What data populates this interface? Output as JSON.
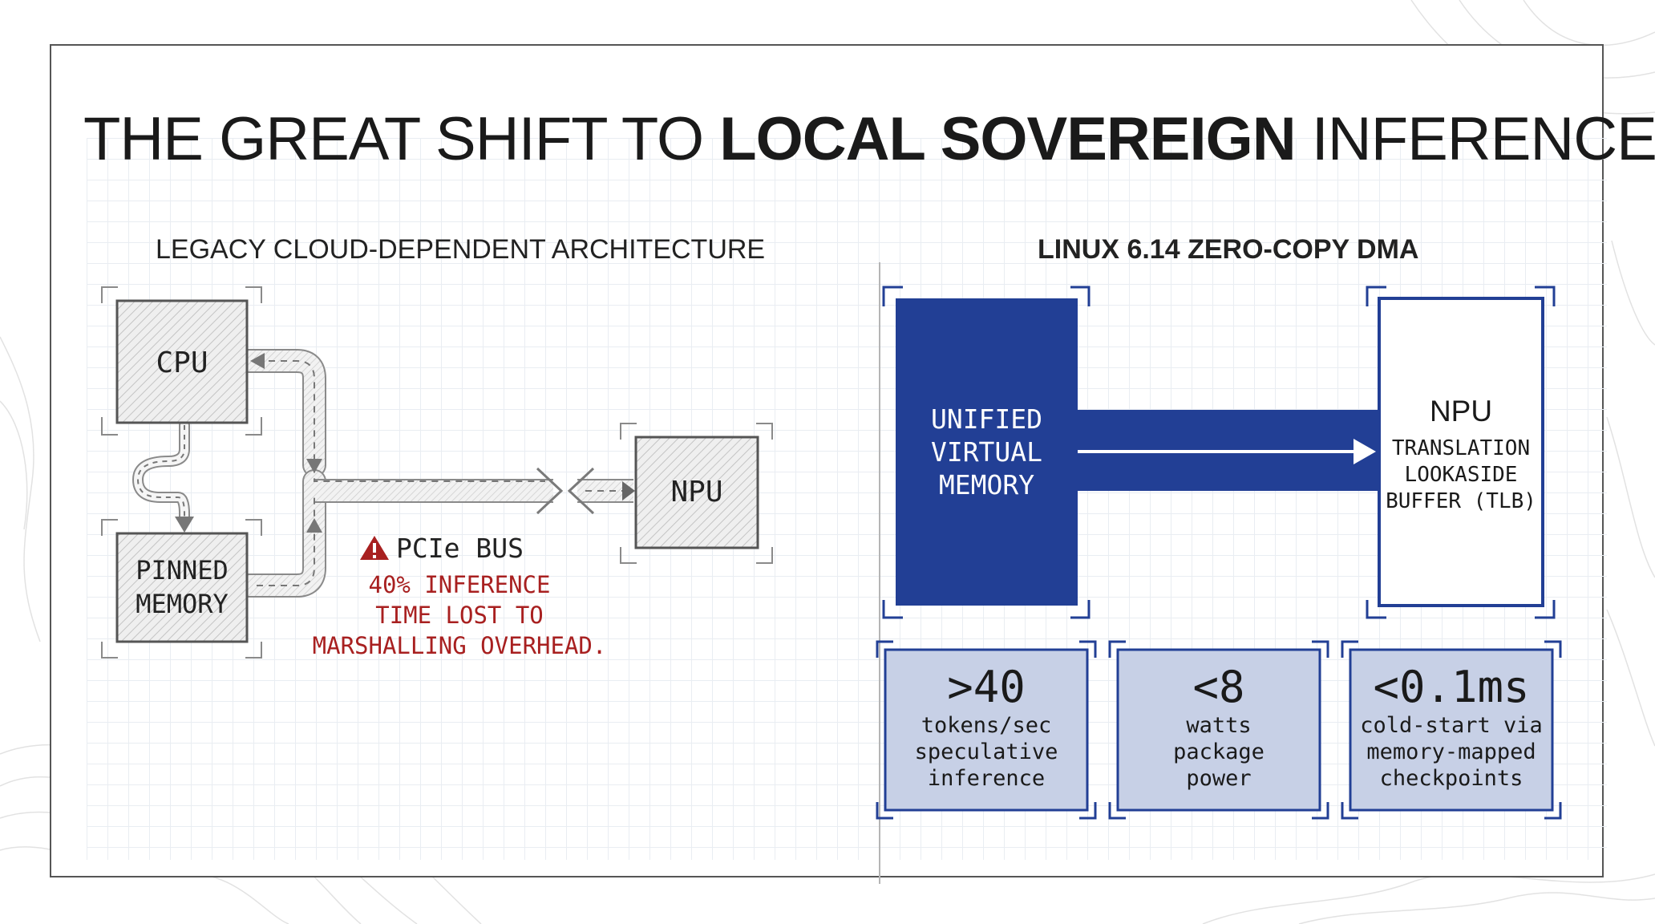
{
  "title": {
    "normal_before": "THE GREAT SHIFT TO ",
    "bold": "LOCAL SOVEREIGN",
    "normal_after": " INFERENCE"
  },
  "legacy": {
    "heading": "LEGACY CLOUD-DEPENDENT ARCHITECTURE",
    "cpu": "CPU",
    "pinned_memory": [
      "PINNED",
      "MEMORY"
    ],
    "npu": "NPU",
    "bus_label": "PCIe BUS",
    "warning_icon": "warning-triangle-icon",
    "warning_note": "40% INFERENCE\nTIME LOST TO\nMARSHALLING OVERHEAD."
  },
  "modern": {
    "heading": "LINUX 6.14 ZERO-COPY DMA",
    "unified_memory": [
      "UNIFIED",
      "VIRTUAL",
      "MEMORY"
    ],
    "npu_title": "NPU",
    "npu_sub": [
      "TRANSLATION",
      "LOOKASIDE",
      "BUFFER (TLB)"
    ],
    "stats": [
      {
        "value": ">40",
        "caption": [
          "tokens/sec",
          "speculative",
          "inference"
        ]
      },
      {
        "value": "<8",
        "caption": [
          "watts",
          "package",
          "power"
        ]
      },
      {
        "value": "<0.1ms",
        "caption": [
          "cold-start via",
          "memory-mapped",
          "checkpoints"
        ]
      }
    ]
  },
  "colors": {
    "accent_blue": "#223f95",
    "stat_fill": "#c7d0e6",
    "warning_red": "#a82020",
    "pipe_gray": "#8a8a8a"
  }
}
